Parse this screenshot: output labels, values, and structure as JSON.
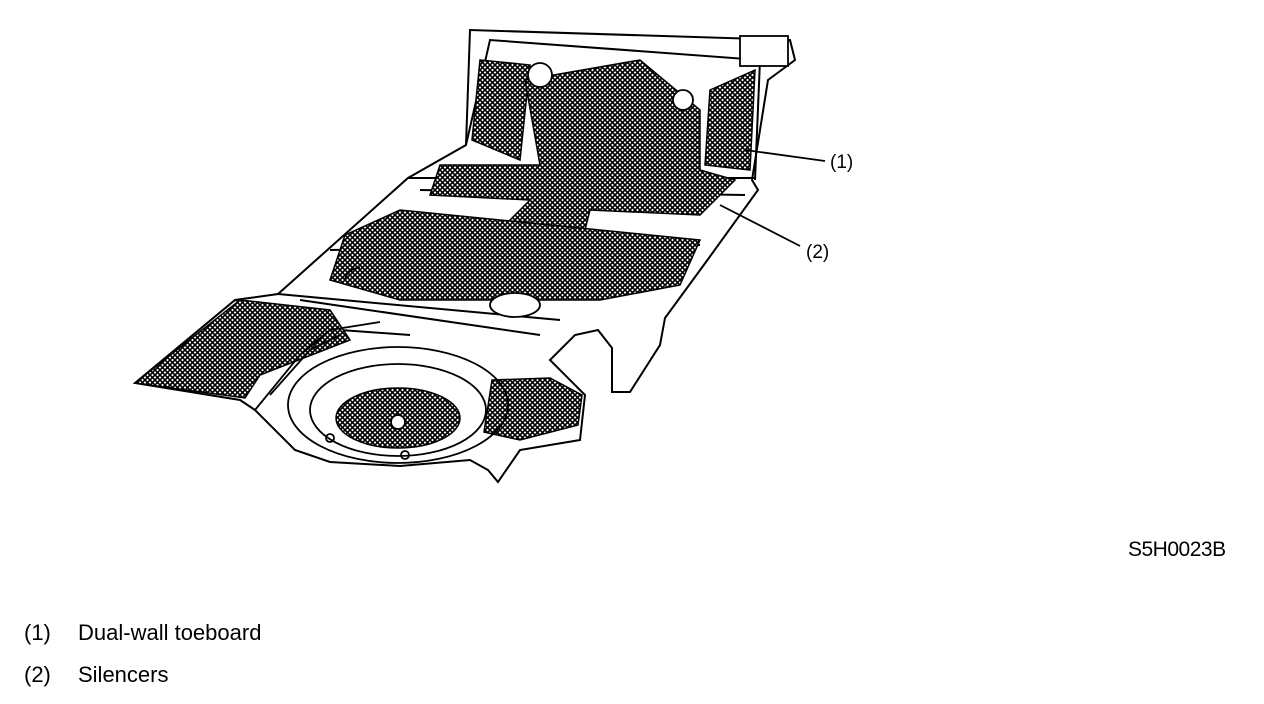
{
  "figure": {
    "code": "S5H0023B",
    "callouts": [
      {
        "id": "1",
        "label": "(1)"
      },
      {
        "id": "2",
        "label": "(2)"
      }
    ]
  },
  "legend": [
    {
      "number": "(1)",
      "text": "Dual-wall toeboard"
    },
    {
      "number": "(2)",
      "text": "Silencers"
    }
  ]
}
